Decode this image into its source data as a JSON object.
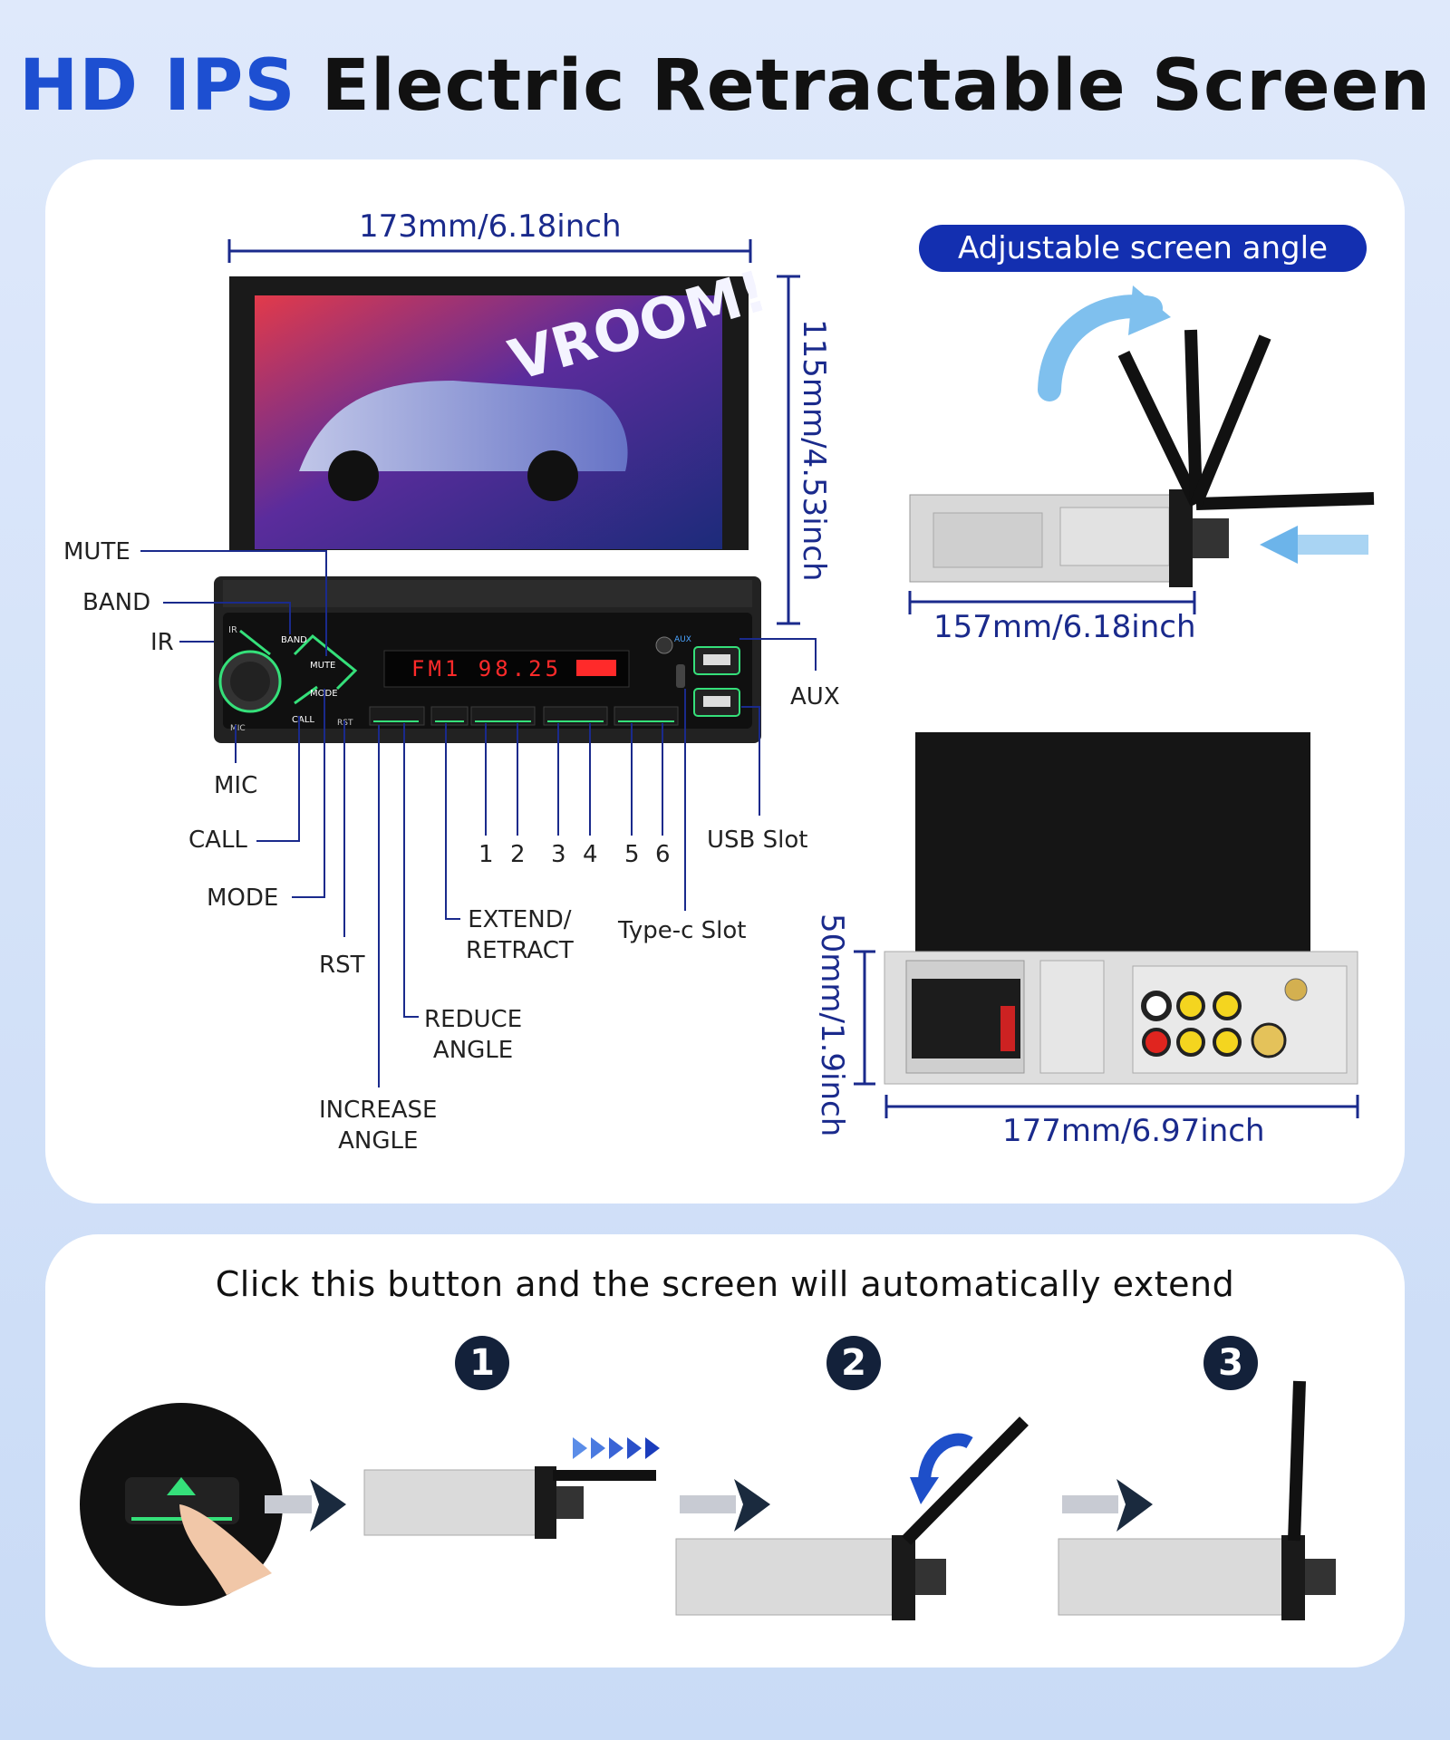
{
  "title": {
    "highlight": "HD IPS",
    "rest": "Electric Retractable Screen"
  },
  "front": {
    "width": "173mm/6.18inch",
    "height": "115mm/4.53inch",
    "labels": {
      "mute": "MUTE",
      "band": "BAND",
      "ir": "IR",
      "mic": "MIC",
      "call": "CALL",
      "mode": "MODE",
      "rst": "RST",
      "increase": "INCREASE\nANGLE",
      "reduce": "REDUCE\nANGLE",
      "extend": "EXTEND/\nRETRACT",
      "n1": "1",
      "n2": "2",
      "n3": "3",
      "n4": "4",
      "n5": "5",
      "n6": "6",
      "aux": "AUX",
      "usb": "USB Slot",
      "typec": "Type-c Slot"
    },
    "display_text": "FM1 98.25",
    "panel_labels": {
      "band": "BAND",
      "mute": "MUTE",
      "mode": "MODE",
      "call": "CALL",
      "rst": "RST",
      "mic": "MIC",
      "ir": "IR",
      "aux": "AUX"
    },
    "screen_text": "VROOM!"
  },
  "side": {
    "pill": "Adjustable screen angle",
    "depth": "157mm/6.18inch"
  },
  "back": {
    "height": "50mm/1.9inch",
    "width": "177mm/6.97inch"
  },
  "steps": {
    "caption": "Click this button and the screen will automatically extend",
    "numbers": [
      "1",
      "2",
      "3"
    ]
  },
  "colors": {
    "accent": "#1d4fd1",
    "dim": "#1a2a8c",
    "green": "#35e07a",
    "red": "#ff2a2a"
  }
}
